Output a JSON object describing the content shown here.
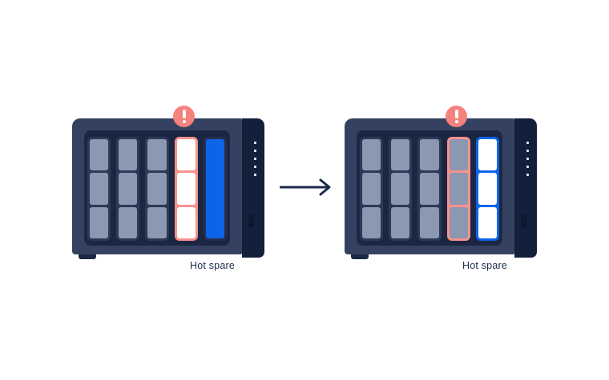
{
  "scene": {
    "description": "NAS hot spare failover diagram",
    "background": "#FFFFFF"
  },
  "colors": {
    "chassis_body": "#344161",
    "chassis_side": "#13203C",
    "drive_panel": "#1B2742",
    "drive_gray": "#8C97B1",
    "bay_frame": "#2C3855",
    "alert_salmon": "#F5827D",
    "failed_border": "#F8918C",
    "spare_blue": "#0C64E9",
    "label_navy": "#1C2B4D",
    "white": "#FFFFFF"
  },
  "bay_styles": {
    "healthy": {
      "frame": "#2C3855",
      "cell": "#8C97B1",
      "segments": 3
    },
    "failed": {
      "frame": "#F8918C",
      "cell": "#FFFFFF",
      "segments": 3
    },
    "spare-idle": {
      "frame": "#232F4E",
      "cell": "#0C64E9",
      "segments": 1
    },
    "failed-degraded": {
      "frame": "#F8918C",
      "cell": "#8C97B1",
      "segments": 3
    },
    "spare-active": {
      "frame": "#0C64E9",
      "cell": "#FFFFFF",
      "segments": 3
    }
  },
  "devices": [
    {
      "name": "nas-before",
      "label": "Hot spare",
      "led_count": 5,
      "alert_bay_index": 3,
      "bays": [
        {
          "state": "healthy"
        },
        {
          "state": "healthy"
        },
        {
          "state": "healthy"
        },
        {
          "state": "failed"
        },
        {
          "state": "spare-idle"
        }
      ]
    },
    {
      "name": "nas-after",
      "label": "Hot spare",
      "led_count": 5,
      "alert_bay_index": 3,
      "bays": [
        {
          "state": "healthy"
        },
        {
          "state": "healthy"
        },
        {
          "state": "healthy"
        },
        {
          "state": "failed-degraded"
        },
        {
          "state": "spare-active"
        }
      ]
    }
  ],
  "alert": {
    "symbol": "!",
    "color": "#F5827D"
  },
  "arrow": {
    "direction": "right",
    "color": "#1C2B4D"
  }
}
